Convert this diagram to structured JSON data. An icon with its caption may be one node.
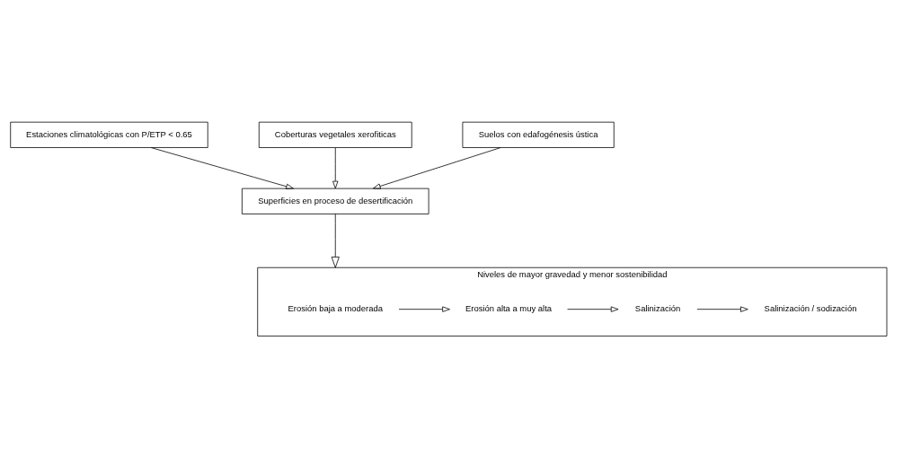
{
  "diagram": {
    "nodes": [
      {
        "text": [
          "Estaciones climatológicas con P/ETP < 0.65"
        ]
      },
      {
        "text": [
          "Coberturas vegetales xerofiticas"
        ]
      },
      {
        "text": [
          "Suelos con edafogénesis ústica"
        ]
      },
      {
        "text": [
          "Superficies en proceso de desertificación"
        ]
      },
      {
        "text": [
          "Niveles de mayor gravedad y menor sostenibilidad"
        ]
      },
      {
        "text": [
          "Erosión baja a moderada"
        ],
        "in": 4
      },
      {
        "text": [
          "Erosión alta a muy alta"
        ],
        "in": 4
      },
      {
        "text": [
          "Salinización"
        ],
        "in": 4
      },
      {
        "text": [
          "Salinización / sodización"
        ],
        "in": 4
      }
    ],
    "edges": [
      {
        "from": 0,
        "to": 3,
        "arrow": "to"
      },
      {
        "from": 1,
        "to": 3,
        "arrow": "to"
      },
      {
        "from": 2,
        "to": 3,
        "arrow": "to"
      },
      {
        "from": 3,
        "to": 4,
        "arrow": "to"
      },
      {
        "from": 5,
        "to": 6,
        "arrow": "to"
      },
      {
        "from": 6,
        "to": 7,
        "arrow": "to"
      },
      {
        "from": 7,
        "to": 8,
        "arrow": "to"
      }
    ]
  }
}
